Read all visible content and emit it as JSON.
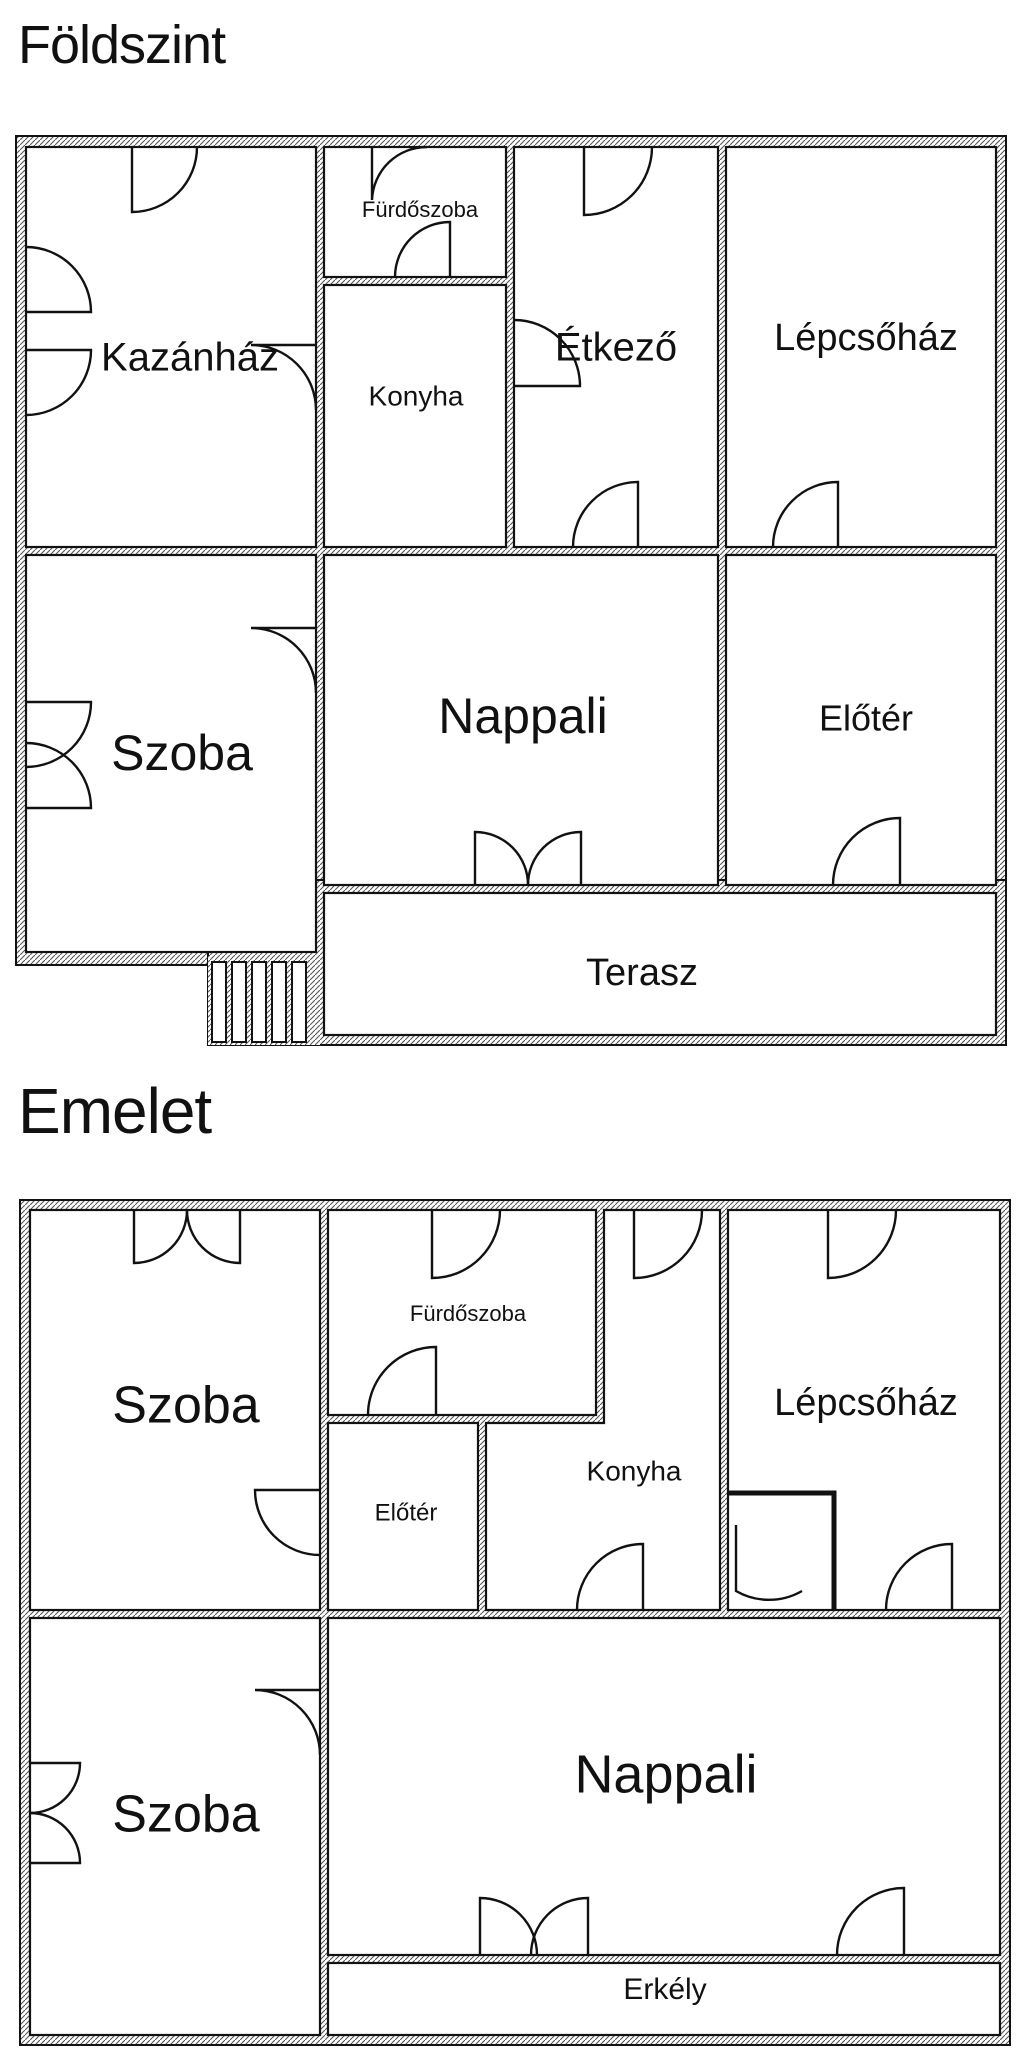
{
  "ground_floor": {
    "title": "Földszint",
    "rooms": {
      "furdoszoba": "Fürdőszoba",
      "kazanhaz": "Kazánház",
      "konyha": "Konyha",
      "etkezo": "Étkező",
      "lepcsohaz": "Lépcsőház",
      "szoba": "Szoba",
      "nappali": "Nappali",
      "eloter": "Előtér",
      "terasz": "Terasz"
    }
  },
  "upper_floor": {
    "title": "Emelet",
    "rooms": {
      "szoba_1": "Szoba",
      "furdoszoba": "Fürdőszoba",
      "eloter": "Előtér",
      "konyha": "Konyha",
      "lepcsohaz": "Lépcsőház",
      "szoba_2": "Szoba",
      "nappali": "Nappali",
      "erkely": "Erkély"
    }
  },
  "colors": {
    "wall": "#111111",
    "background": "#ffffff"
  }
}
